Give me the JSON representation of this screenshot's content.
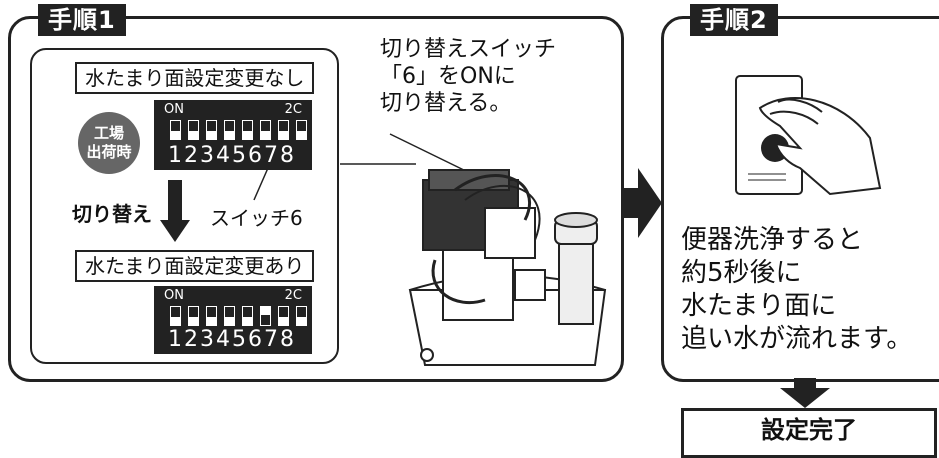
{
  "step1": {
    "tag": "手順1",
    "title_lines": [
      "切り替えスイッチ",
      "「6」をONに",
      "切り替える。"
    ],
    "before_label": "水たまり面設定変更なし",
    "factory_badge": [
      "工場",
      "出荷時"
    ],
    "switch_word": "切り替え",
    "switch_callout": "スイッチ6",
    "after_label": "水たまり面設定変更あり",
    "dip": {
      "on": "ON",
      "model": "2C",
      "numbers": "12345678"
    }
  },
  "step2": {
    "tag": "手順2",
    "lines": [
      "便器洗浄すると",
      "約5秒後に",
      "水たまり面に",
      "追い水が流れます。"
    ]
  },
  "done": "設定完了"
}
